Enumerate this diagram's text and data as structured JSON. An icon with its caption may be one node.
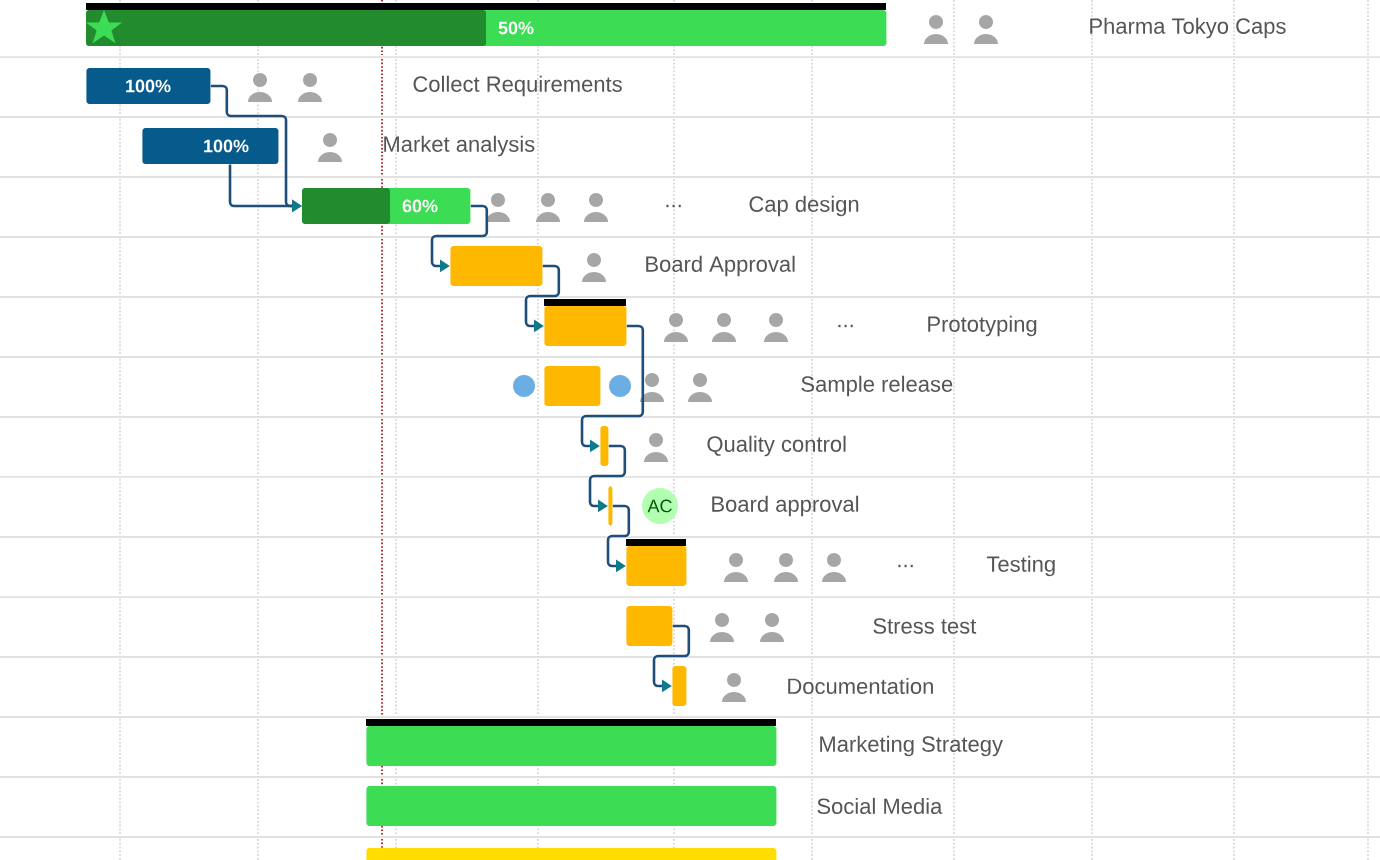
{
  "diagram": {
    "nodes": [
      {
        "text": [
          "50%"
        ]
      },
      {
        "text": [
          "100%"
        ]
      },
      {
        "text": [
          "100%"
        ]
      },
      {
        "text": [
          "60%"
        ]
      },
      {
        "text": [],
        "shape": "bar"
      },
      {
        "text": [],
        "shape": "bar"
      },
      {
        "text": [],
        "shape": "bar"
      },
      {
        "text": [],
        "shape": "bar"
      },
      {
        "text": [],
        "shape": "bar"
      },
      {
        "text": [
          "AC"
        ]
      },
      {
        "text": [],
        "shape": "bar"
      },
      {
        "text": [],
        "shape": "bar"
      },
      {
        "text": [],
        "shape": "bar"
      },
      {
        "text": [],
        "shape": "bar"
      },
      {
        "text": [],
        "shape": "bar"
      },
      {
        "text": [],
        "shape": "bar"
      }
    ],
    "edges": [
      {
        "from": 1,
        "to": 3,
        "arrow": "to"
      },
      {
        "from": 2,
        "to": 3,
        "arrow": "to"
      },
      {
        "from": 3,
        "to": 4,
        "arrow": "to"
      },
      {
        "from": 4,
        "to": 5,
        "arrow": "to"
      },
      {
        "from": 5,
        "to": 7,
        "arrow": "to"
      },
      {
        "from": 7,
        "to": 8,
        "arrow": "to"
      },
      {
        "from": 8,
        "to": 10,
        "arrow": "to"
      },
      {
        "from": 11,
        "to": 12,
        "arrow": "to"
      }
    ],
    "labels": [
      "Pharma Tokyo Caps",
      "Collect Requirements",
      "Market analysis",
      "...",
      "Cap design",
      "Board Approval",
      "...",
      "Prototyping",
      "Sample release",
      "Quality control",
      "Board approval",
      "...",
      "Testing",
      "Stress test",
      "Documentation",
      "Marketing Strategy",
      "Social Media"
    ]
  }
}
